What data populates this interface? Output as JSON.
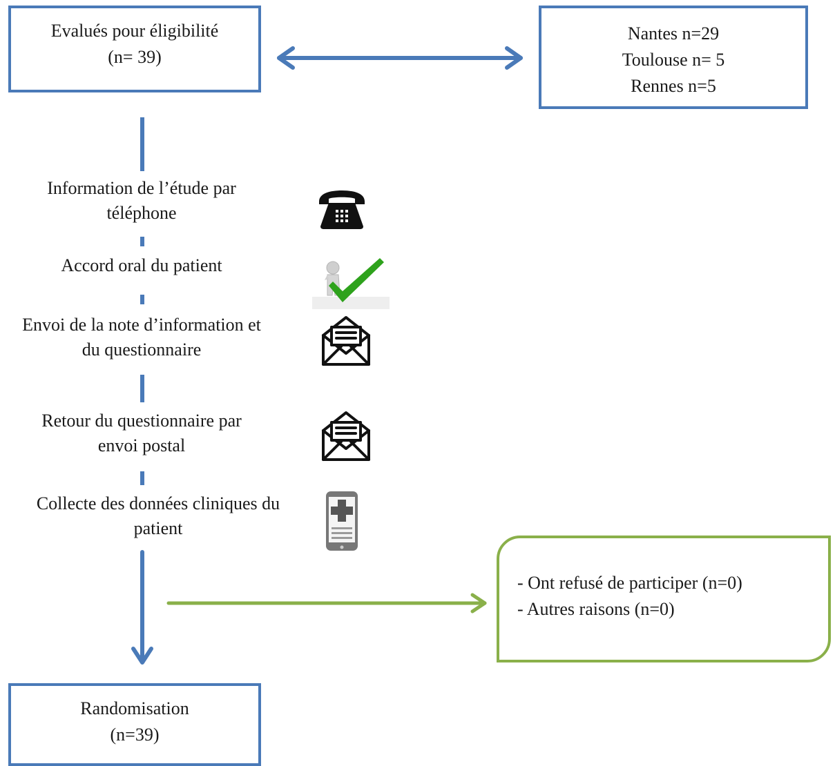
{
  "boxes": {
    "eligibility": {
      "line1": "Evalués pour éligibilité",
      "line2": "(n= 39)"
    },
    "centers": {
      "line1": "Nantes n=29",
      "line2": "Toulouse n= 5",
      "line3": "Rennes n=5"
    },
    "randomisation": {
      "line1": "Randomisation",
      "line2": "(n=39)"
    }
  },
  "steps": [
    {
      "line1": "Information de l’étude par",
      "line2": "téléphone",
      "icon": "telephone-icon"
    },
    {
      "line1": "Accord oral du patient",
      "icon": "person-checkmark-icon"
    },
    {
      "line1": "Envoi de la note d’information et",
      "line2": "du questionnaire",
      "icon": "envelope-icon"
    },
    {
      "line1": "Retour du questionnaire par",
      "line2": "envoi postal",
      "icon": "envelope-icon"
    },
    {
      "line1": "Collecte des données cliniques du",
      "line2": "patient",
      "icon": "medical-tablet-icon"
    }
  ],
  "exclusions": {
    "items": [
      "- Ont refusé de participer (n=0)",
      "- Autres raisons (n=0)"
    ]
  },
  "colors": {
    "flow": "#4a7ab8",
    "exclusion": "#8ab04a",
    "check": "#2ea21c"
  }
}
